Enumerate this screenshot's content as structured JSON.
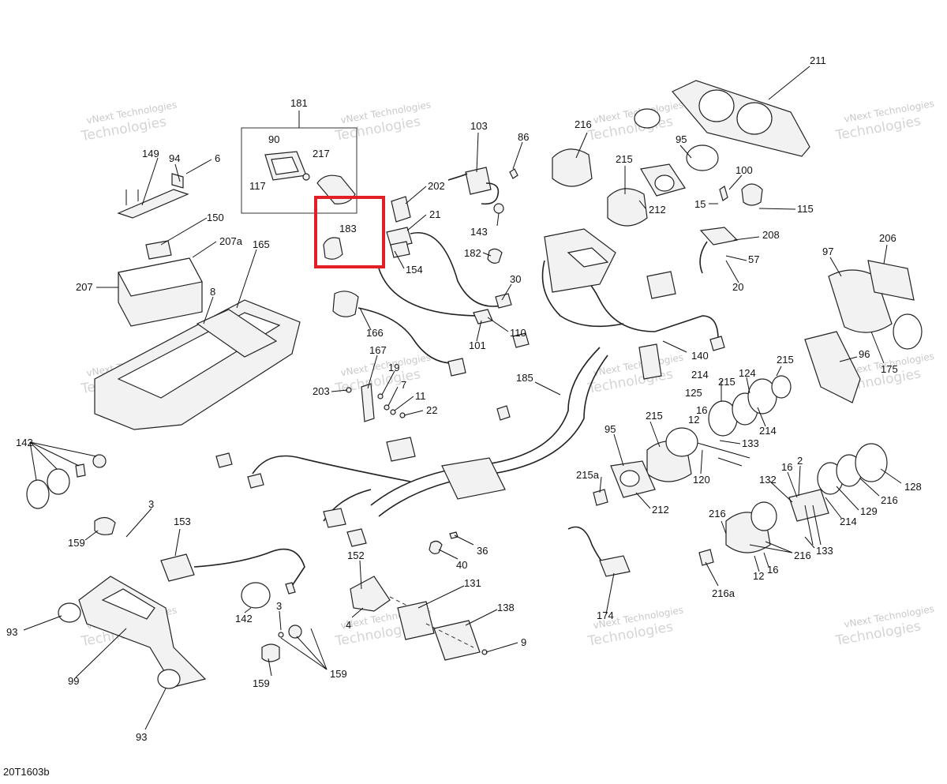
{
  "diagram_code": "20T1603b",
  "watermark": {
    "line1": "vNext Technologies",
    "line2": "Technologies"
  },
  "highlight": {
    "color": "#e01f26",
    "label": "183"
  },
  "labels": {
    "l181": "181",
    "l90": "90",
    "l217": "217",
    "l117": "117",
    "l183": "183",
    "l149": "149",
    "l94": "94",
    "l6": "6",
    "l150": "150",
    "l207a": "207a",
    "l165": "165",
    "l207": "207",
    "l8": "8",
    "l103": "103",
    "l86": "86",
    "l202": "202",
    "l21": "21",
    "l143": "143",
    "l154": "154",
    "l182": "182",
    "l30": "30",
    "l166": "166",
    "l110": "110",
    "l101": "101",
    "l167": "167",
    "l19": "19",
    "l203": "203",
    "l7": "7",
    "l11": "11",
    "l22": "22",
    "l185": "185",
    "l140": "140",
    "l211": "211",
    "l216a_top": "216",
    "l95_top": "95",
    "l215_top": "215",
    "l212_top": "212",
    "l100": "100",
    "l15": "15",
    "l115": "115",
    "l208": "208",
    "l57": "57",
    "l20": "20",
    "l97": "97",
    "l206": "206",
    "l96": "96",
    "l175": "175",
    "l214": "214",
    "l124": "124",
    "l215_r1": "215",
    "l215_r2": "215",
    "l125": "125",
    "l16_a": "16",
    "l12_a": "12",
    "l214_b": "214",
    "l215_m": "215",
    "l133_a": "133",
    "l120": "120",
    "l95_m": "95",
    "l215a": "215a",
    "l212_m": "212",
    "l16_b": "16",
    "l2": "2",
    "l132": "132",
    "l128": "128",
    "l216_r": "216",
    "l129": "129",
    "l214_c": "214",
    "l216_c": "216",
    "l216_d": "216",
    "l133_b": "133",
    "l12_b": "12",
    "l16_c": "16",
    "l216a": "216a",
    "l142_a": "142",
    "l3_a": "3",
    "l159_a": "159",
    "l153": "153",
    "l152": "152",
    "l4": "4",
    "l36": "36",
    "l40": "40",
    "l131": "131",
    "l138": "138",
    "l9": "9",
    "l174": "174",
    "l142_b": "142",
    "l3_b": "3",
    "l159_b": "159",
    "l159_c": "159",
    "l93_a": "93",
    "l99": "99",
    "l93_b": "93"
  }
}
